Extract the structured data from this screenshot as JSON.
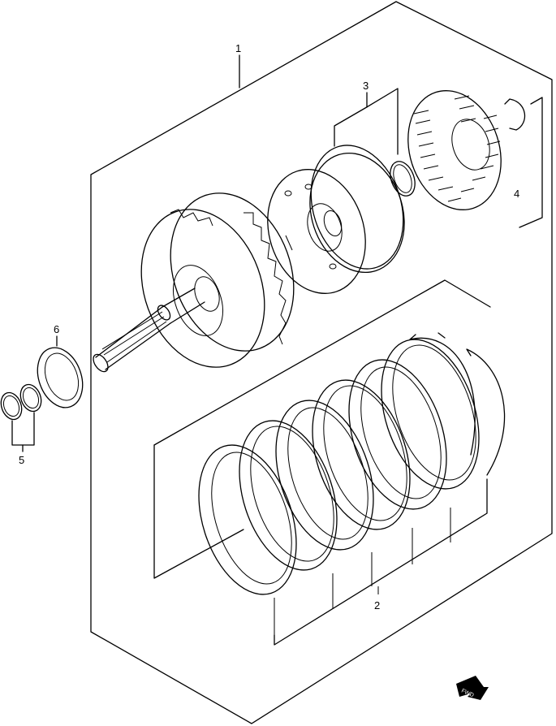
{
  "callouts": {
    "c1": "1",
    "c2": "2",
    "c3": "3",
    "c4": "4",
    "c5": "5",
    "c6": "6"
  },
  "fwd_mark": "FWD",
  "colors": {
    "line": "#000000",
    "background": "#ffffff"
  }
}
